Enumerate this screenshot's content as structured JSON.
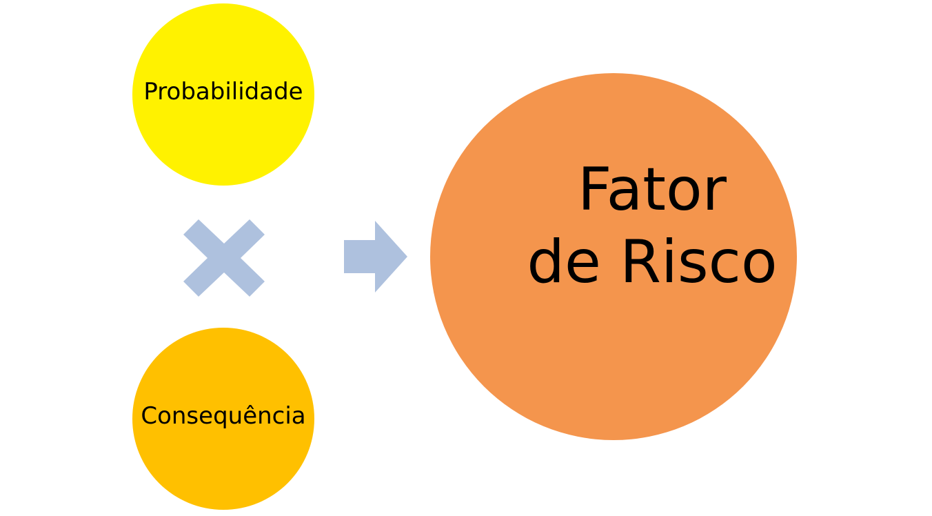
{
  "diagram": {
    "title": "Fator de Risco",
    "background_color": "#FFFFFF",
    "nodes": [
      {
        "id": "probability",
        "label": "Probabilidade",
        "shape": "circle",
        "fill": "#FFF200",
        "text_color": "#000000"
      },
      {
        "id": "consequence",
        "label": "Consequência",
        "shape": "circle",
        "fill": "#FFC000",
        "text_color": "#000000"
      },
      {
        "id": "risk",
        "label_line_1": "Fator",
        "label_line_2": "de Risco",
        "shape": "circle",
        "fill": "#F4954D",
        "text_color": "#000000"
      }
    ],
    "operators": [
      {
        "id": "multiply",
        "icon": "multiply-icon",
        "symbol": "×",
        "color": "#AEC1DE"
      },
      {
        "id": "equals-arrow",
        "icon": "arrow-right-icon",
        "symbol": "→",
        "color": "#AEC1DE"
      }
    ]
  }
}
